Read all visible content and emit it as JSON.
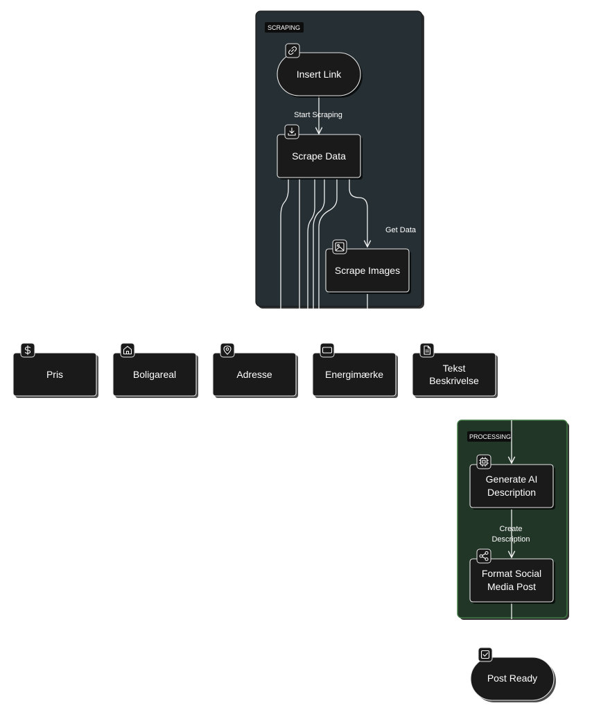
{
  "groups": {
    "scraping": {
      "label": "SCRAPING",
      "fill": "#263034"
    },
    "processing": {
      "label": "PROCESSING",
      "fill": "#223628",
      "border": "#3f7a43"
    }
  },
  "nodes": {
    "insert_link": {
      "label": "Insert Link",
      "icon": "link-icon"
    },
    "scrape_data": {
      "label": "Scrape Data",
      "icon": "download-icon"
    },
    "scrape_images": {
      "label": "Scrape Images",
      "icon": "image-icon"
    },
    "pris": {
      "label": "Pris",
      "icon": "dollar-icon"
    },
    "boligareal": {
      "label": "Boligareal",
      "icon": "home-icon"
    },
    "adresse": {
      "label": "Adresse",
      "icon": "map-pin-icon"
    },
    "energimaerke": {
      "label": "Energimærke",
      "icon": "rectangle-icon"
    },
    "tekst": {
      "label_line1": "Tekst",
      "label_line2": "Beskrivelse",
      "icon": "file-text-icon"
    },
    "generate_ai": {
      "label_line1": "Generate AI",
      "label_line2": "Description",
      "icon": "cpu-icon"
    },
    "format_social": {
      "label_line1": "Format Social",
      "label_line2": "Media Post",
      "icon": "share-icon"
    },
    "post_ready": {
      "label": "Post Ready",
      "icon": "checkbox-icon"
    }
  },
  "edges": {
    "start_scraping": "Start Scraping",
    "get_data": "Get Data",
    "create_description_line1": "Create",
    "create_description_line2": "Description"
  },
  "colors": {
    "node_fill": "#1a1a1a",
    "node_stroke": "#e8e8e8",
    "line": "#f2f2f2"
  }
}
